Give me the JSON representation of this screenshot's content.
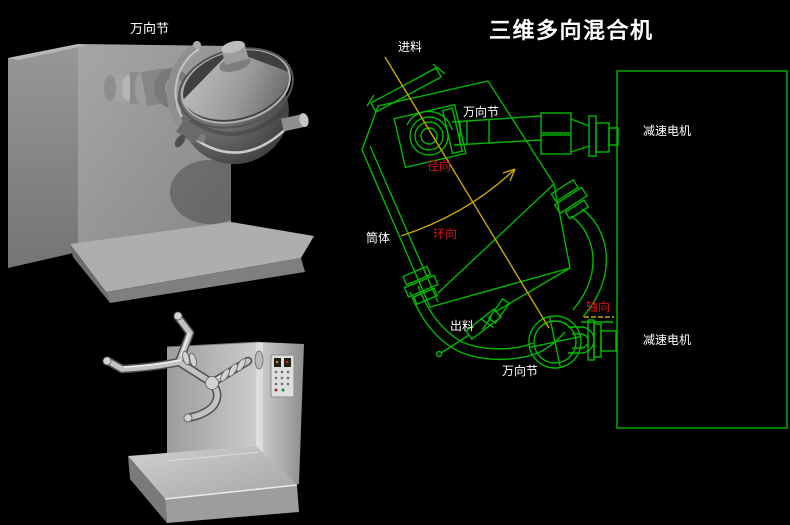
{
  "title": "三维多向混合机",
  "colors": {
    "background": "#000000",
    "diagram_green": "#00b800",
    "axis_yellow": "#c9a600",
    "label_red": "#d01212",
    "label_white": "#ffffff"
  },
  "render_top": {
    "label_joint": "万向节"
  },
  "diagram": {
    "label_feed": "进料",
    "label_joint_top": "万向节",
    "label_radial": "径向",
    "label_body": "筒体",
    "label_ring": "环向",
    "label_discharge": "出料",
    "label_joint_bottom": "万向节",
    "label_axial": "轴向",
    "label_motor_top": "减速电机",
    "label_motor_bottom": "减速电机"
  }
}
